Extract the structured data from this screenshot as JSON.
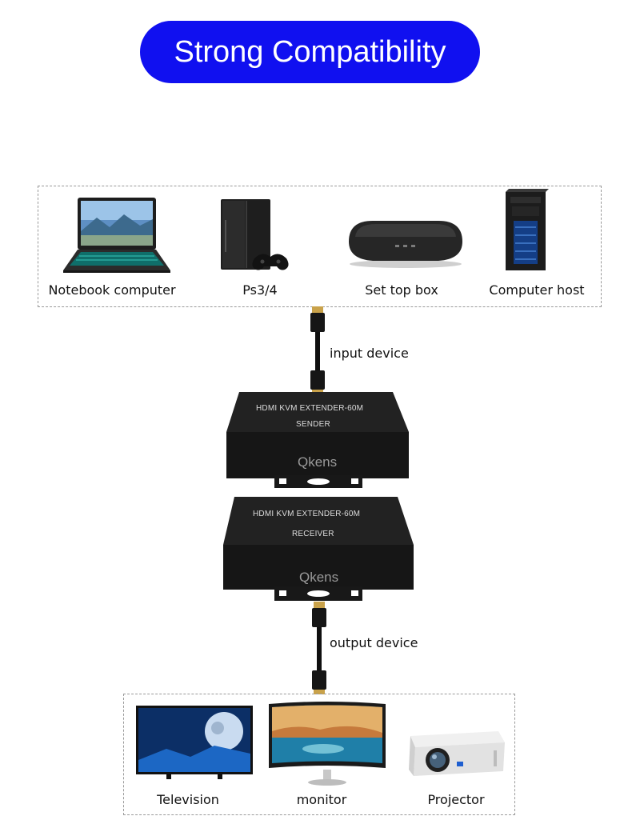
{
  "title": "Strong Compatibility",
  "input_devices": [
    {
      "label": "Notebook computer",
      "icon": "laptop-icon"
    },
    {
      "label": "Ps3/4",
      "icon": "game-console-icon"
    },
    {
      "label": "Set top box",
      "icon": "set-top-box-icon"
    },
    {
      "label": "Computer host",
      "icon": "pc-tower-icon"
    }
  ],
  "input_cable_label": "input device",
  "sender": {
    "model": "HDMI KVM EXTENDER-60M",
    "role": "SENDER",
    "brand": "Qkens"
  },
  "receiver": {
    "model": "HDMI KVM EXTENDER-60M",
    "role": "RECEIVER",
    "brand": "Qkens"
  },
  "output_cable_label": "output device",
  "output_devices": [
    {
      "label": "Television",
      "icon": "television-icon"
    },
    {
      "label": "monitor",
      "icon": "monitor-icon"
    },
    {
      "label": "Projector",
      "icon": "projector-icon"
    }
  ],
  "colors": {
    "title_bg": "#1010f0",
    "device_box": "#1a1a1a",
    "box_border": "#9a9a9a"
  }
}
